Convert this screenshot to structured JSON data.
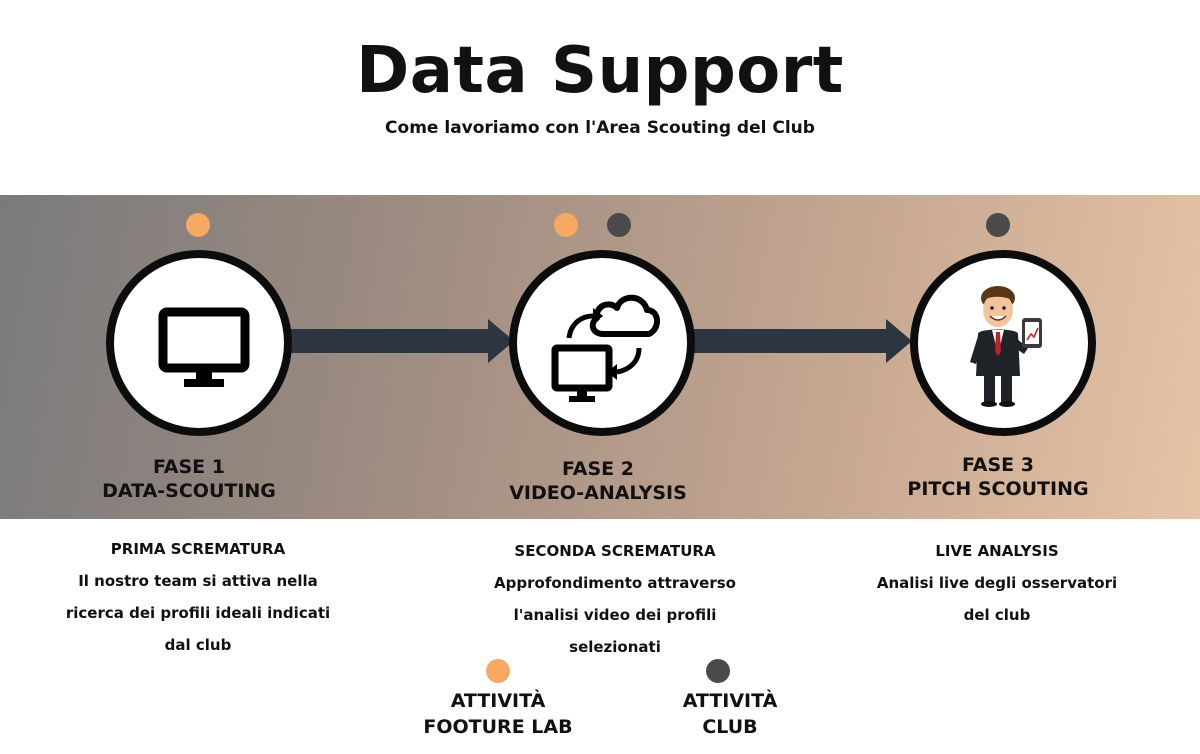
{
  "header": {
    "title": "Data Support",
    "subtitle": "Come lavoriamo con l'Area Scouting del Club"
  },
  "colors": {
    "foouture_lab": "#f6a963",
    "club": "#4a4a4a",
    "connector": "#2d3540"
  },
  "phases": [
    {
      "step": "FASE 1",
      "name": "DATA-SCOUTING",
      "icon": "monitor-icon",
      "activities": [
        "foouture_lab"
      ],
      "desc_title": "PRIMA SCREMATURA",
      "desc_lines": [
        "Il nostro team si attiva nella",
        "ricerca dei profili ideali indicati",
        "dal club"
      ]
    },
    {
      "step": "FASE 2",
      "name": "VIDEO-ANALYSIS",
      "icon": "cloud-sync-monitor-icon",
      "activities": [
        "foouture_lab",
        "club"
      ],
      "desc_title": "SECONDA SCREMATURA",
      "desc_lines": [
        "Approfondimento attraverso",
        "l'analisi video dei profili",
        "selezionati"
      ]
    },
    {
      "step": "FASE 3",
      "name": "PITCH SCOUTING",
      "icon": "scout-with-tablet-icon",
      "activities": [
        "club"
      ],
      "desc_title": "LIVE ANALYSIS",
      "desc_lines": [
        "Analisi live degli osservatori",
        "del club"
      ]
    }
  ],
  "legend": [
    {
      "line1": "ATTIVITÀ",
      "line2": "FOOTURE LAB",
      "color_key": "foouture_lab"
    },
    {
      "line1": "ATTIVITÀ",
      "line2": "CLUB",
      "color_key": "club"
    }
  ]
}
